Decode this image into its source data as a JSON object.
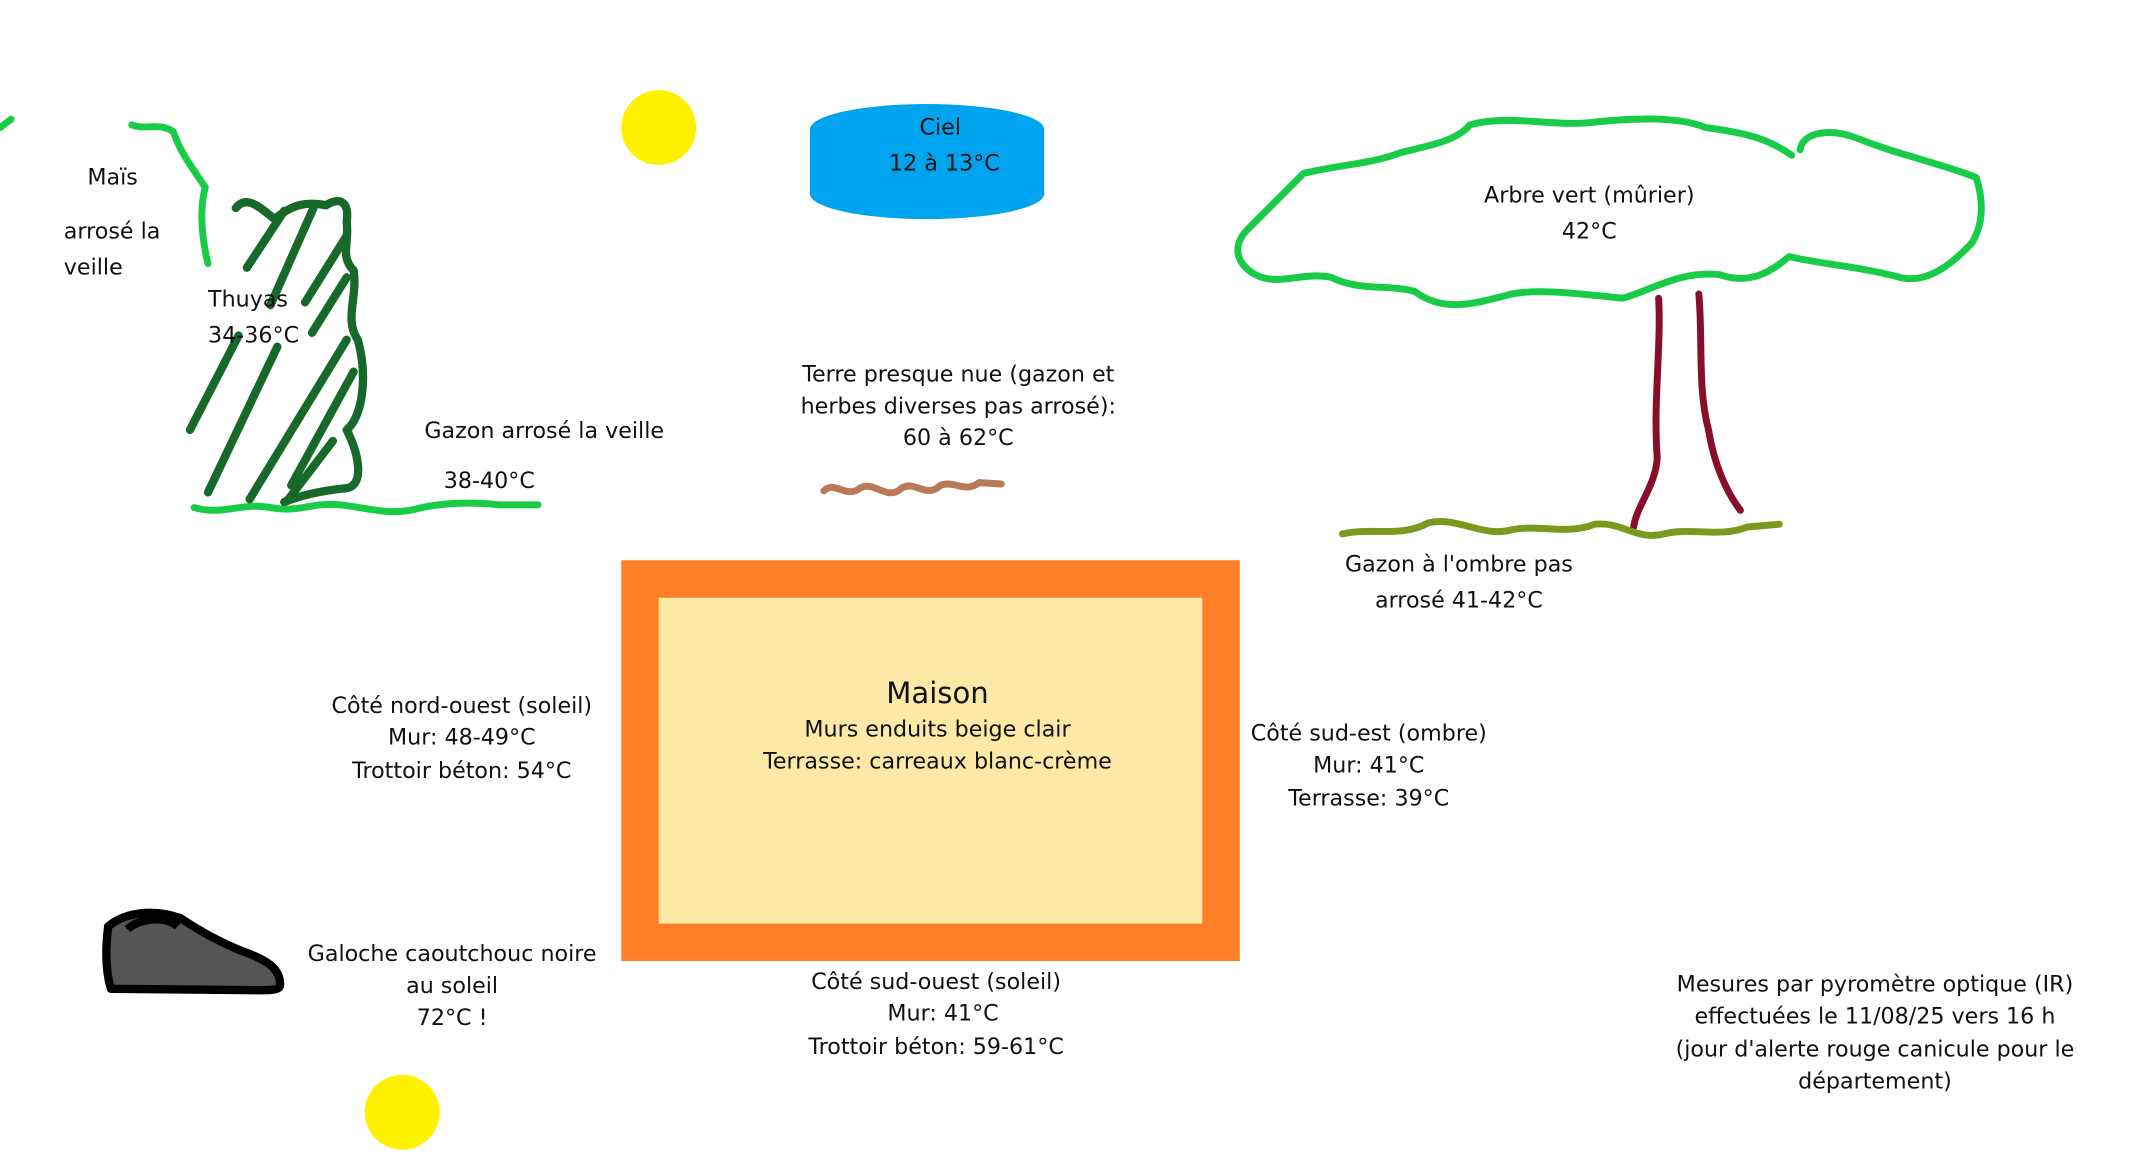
{
  "colors": {
    "grass_watered": "#19cc48",
    "thuya": "#17692a",
    "sun": "#fff200",
    "sky": "#00a3ee",
    "soil": "#b97a57",
    "trunk": "#880e2e",
    "grass_shade": "#7a9a1e",
    "house_wall": "#ff7f27",
    "house_terrace": "#fbe9a5",
    "shoe": "#555555"
  },
  "labels": {
    "mais": [
      "Maïs",
      "arrosé la",
      "veille"
    ],
    "thuyas": [
      "Thuyas",
      "34-36°C"
    ],
    "gazon_arrose": [
      "Gazon arrosé la veille",
      "38-40°C"
    ],
    "ciel": [
      "Ciel",
      "12 à 13°C"
    ],
    "terre": [
      "Terre presque nue (gazon et",
      "herbes diverses pas arrosé):",
      "60 à 62°C"
    ],
    "arbre": [
      "Arbre vert (mûrier)",
      "42°C"
    ],
    "gazon_ombre": [
      "Gazon à l'ombre pas",
      "arrosé 41-42°C"
    ],
    "maison": {
      "title": "Maison",
      "lines": [
        "Murs enduits beige clair",
        "Terrasse: carreaux blanc-crème"
      ]
    },
    "nord_ouest": [
      "Côté nord-ouest (soleil)",
      "Mur: 48-49°C",
      "Trottoir béton: 54°C"
    ],
    "sud_est": [
      "Côté sud-est (ombre)",
      "Mur: 41°C",
      "Terrasse: 39°C"
    ],
    "sud_ouest": [
      "Côté sud-ouest (soleil)",
      "Mur:  41°C",
      "Trottoir béton: 59-61°C"
    ],
    "galoche": [
      "Galoche caoutchouc noire",
      "au soleil",
      "72°C !"
    ],
    "mesures": [
      "Mesures par pyromètre optique (IR)",
      "effectuées le 11/08/25 vers 16 h",
      "(jour d'alerte rouge canicule pour le",
      "département)"
    ]
  }
}
